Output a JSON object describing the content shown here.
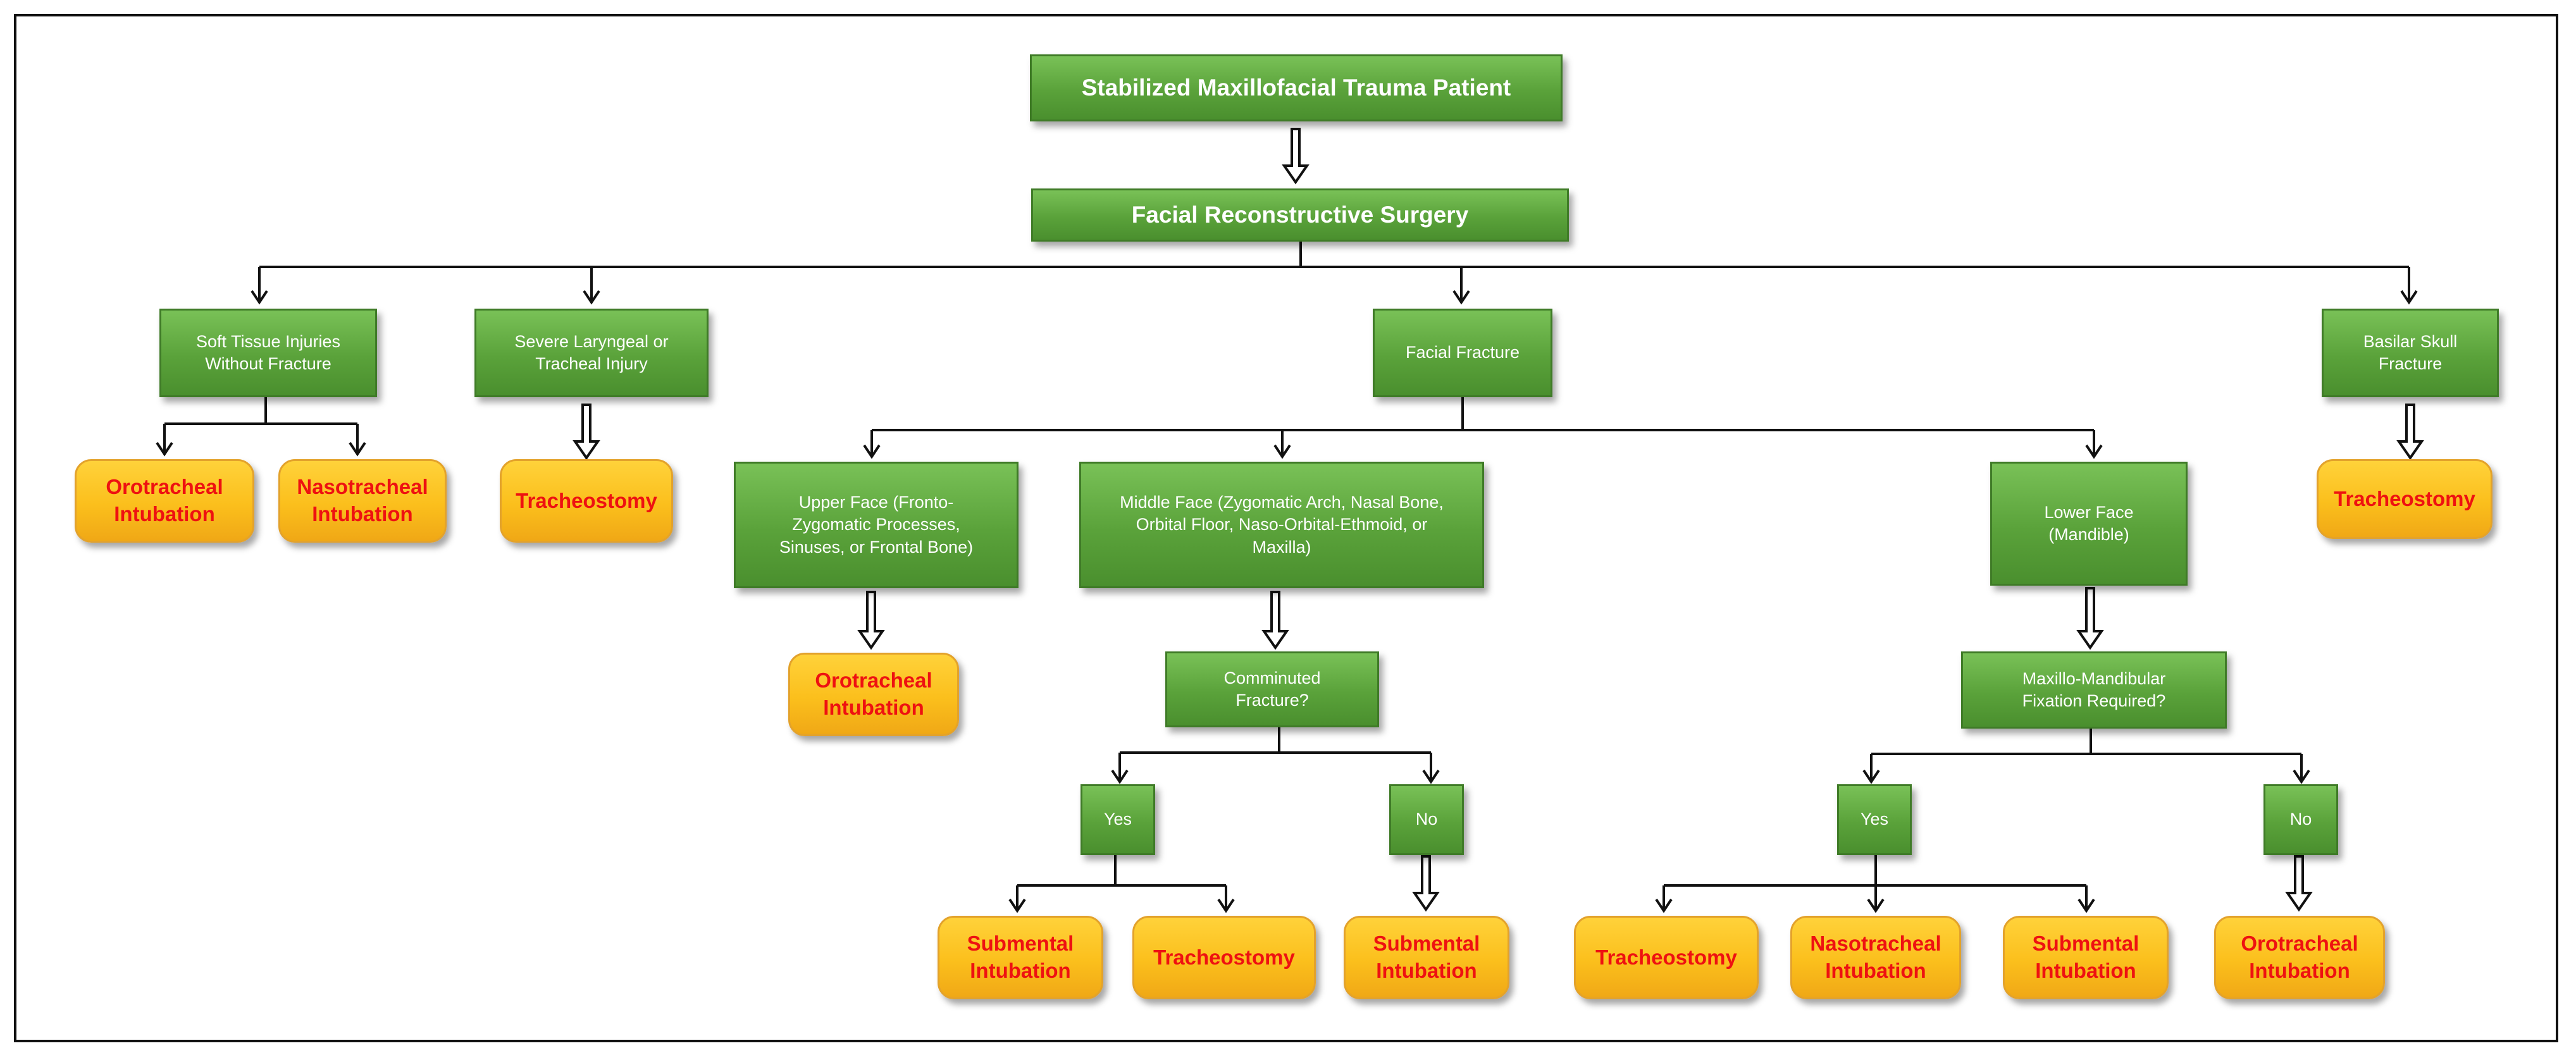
{
  "root": "Stabilized Maxillofacial Trauma Patient",
  "surgery": "Facial Reconstructive Surgery",
  "categories": {
    "soft_tissue": "Soft Tissue Injuries\nWithout Fracture",
    "laryngeal": "Severe Laryngeal or\nTracheal Injury",
    "facial_fracture": "Facial Fracture",
    "basilar": "Basilar Skull\nFracture"
  },
  "fracture_regions": {
    "upper": "Upper Face (Fronto-\nZygomatic Processes,\nSinuses, or Frontal Bone)",
    "middle": "Middle Face (Zygomatic Arch, Nasal Bone,\nOrbital Floor, Naso-Orbital-Ethmoid, or\nMaxilla)",
    "lower": "Lower Face\n(Mandible)"
  },
  "questions": {
    "comminuted": "Comminuted\nFracture?",
    "mmf": "Maxillo-Mandibular\nFixation Required?"
  },
  "answers": {
    "mid_yes": "Yes",
    "mid_no": "No",
    "low_yes": "Yes",
    "low_no": "No"
  },
  "outcomes": {
    "soft_oro": "Orotracheal\nIntubation",
    "soft_naso": "Nasotracheal\nIntubation",
    "laryngeal_trach": "Tracheostomy",
    "basilar_trach": "Tracheostomy",
    "upper_oro": "Orotracheal\nIntubation",
    "mid_yes_submental": "Submental\nIntubation",
    "mid_yes_trach": "Tracheostomy",
    "mid_no_submental": "Submental\nIntubation",
    "low_yes_trach": "Tracheostomy",
    "low_yes_naso": "Nasotracheal\nIntubation",
    "low_yes_submental": "Submental\nIntubation",
    "low_no_oro": "Orotracheal\nIntubation"
  },
  "colors": {
    "process_box": "#5aa23a",
    "process_text": "#ffffff",
    "outcome_box": "#fbbf1c",
    "outcome_text": "#ee1111",
    "connector": "#111111"
  }
}
